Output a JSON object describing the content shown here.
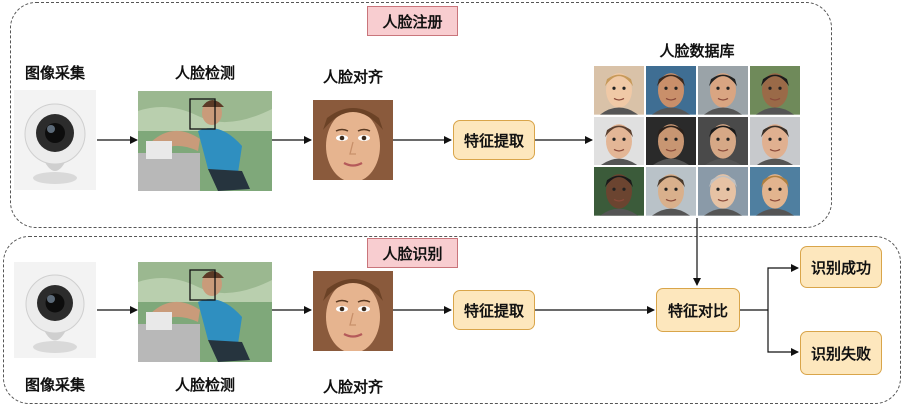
{
  "registration": {
    "title": "人脸注册",
    "capture_label": "图像采集",
    "detect_label": "人脸检测",
    "align_label": "人脸对齐",
    "feature_label": "特征提取",
    "database_label": "人脸数据库"
  },
  "recognition": {
    "title": "人脸识别",
    "capture_label": "图像采集",
    "detect_label": "人脸检测",
    "align_label": "人脸对齐",
    "feature_label": "特征提取",
    "compare_label": "特征对比",
    "success_label": "识别成功",
    "fail_label": "识别失败"
  },
  "colors": {
    "tag_fill": "#f8cdd0",
    "process_fill": "#fde7bd",
    "process_border": "#d9a54a"
  },
  "icons": [
    "camera-icon",
    "athlete-photo",
    "aligned-face-photo",
    "face-thumbnail"
  ]
}
